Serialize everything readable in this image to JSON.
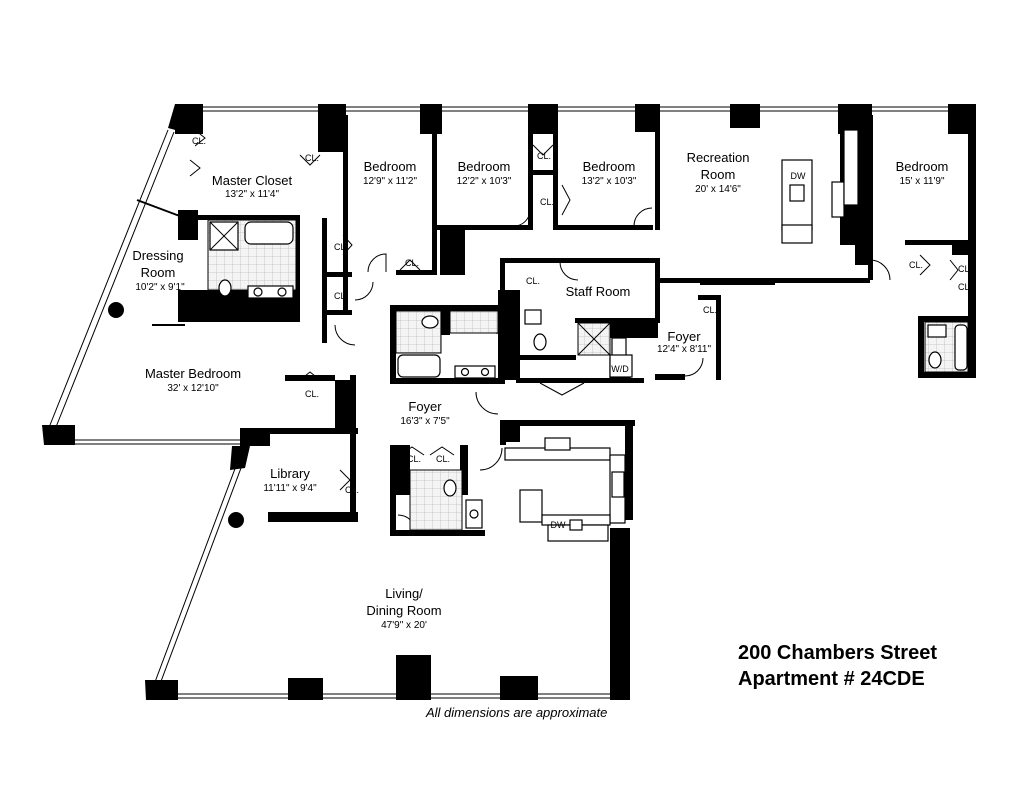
{
  "rooms": {
    "master_closet": {
      "name": "Master Closet",
      "dim": "13'2\" x 11'4\""
    },
    "dressing_room": {
      "name1": "Dressing",
      "name2": "Room",
      "dim": "10'2\" x 9'1\""
    },
    "master_bedroom": {
      "name": "Master Bedroom",
      "dim": "32' x 12'10\""
    },
    "bedroom_1": {
      "name": "Bedroom",
      "dim": "12'9\" x 11'2\""
    },
    "bedroom_2": {
      "name": "Bedroom",
      "dim": "12'2\" x 10'3\""
    },
    "bedroom_3": {
      "name": "Bedroom",
      "dim": "13'2\" x 10'3\""
    },
    "recreation_room": {
      "name1": "Recreation",
      "name2": "Room",
      "dim": "20' x 14'6\""
    },
    "bedroom_4": {
      "name": "Bedroom",
      "dim": "15' x 11'9\""
    },
    "staff_room": {
      "name": "Staff Room"
    },
    "foyer_small": {
      "name": "Foyer",
      "dim": "12'4\" x 8'11\""
    },
    "foyer_main": {
      "name": "Foyer",
      "dim": "16'3\" x 7'5\""
    },
    "library": {
      "name": "Library",
      "dim": "11'11\" x 9'4\""
    },
    "living_dining": {
      "name1": "Living/",
      "name2": "Dining Room",
      "dim": "47'9\" x 20'"
    }
  },
  "labels": {
    "closet": "CL.",
    "dishwasher": "DW",
    "washer_dryer": "W/D"
  },
  "title": {
    "line1": "200 Chambers Street",
    "line2": "Apartment # 24CDE"
  },
  "note": "All dimensions are approximate"
}
